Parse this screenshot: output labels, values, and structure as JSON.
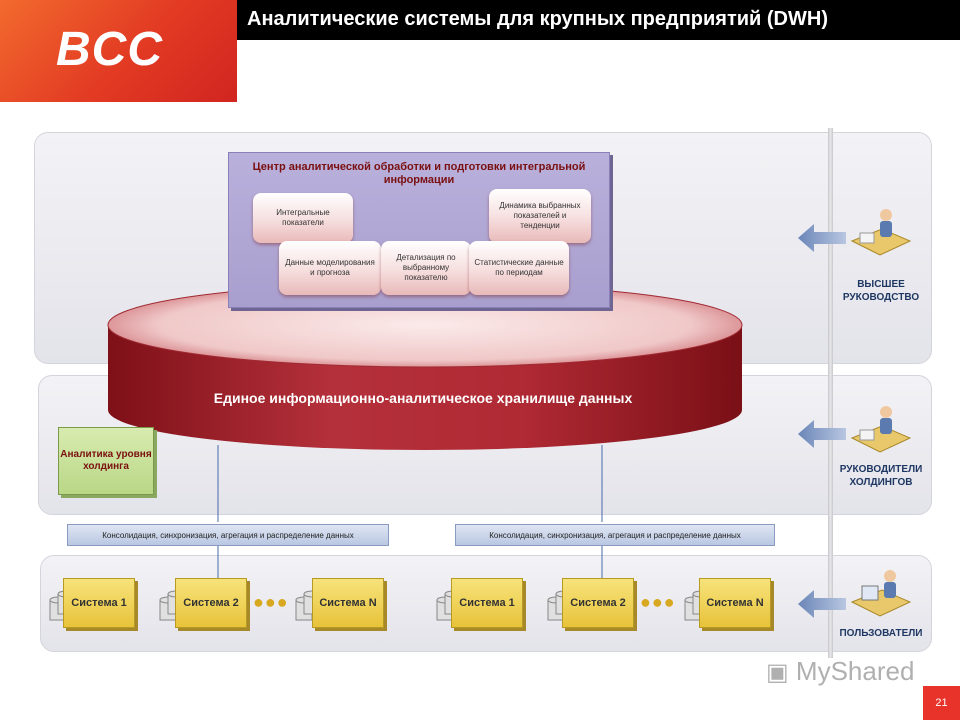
{
  "header": {
    "logo": "BCC",
    "title": "Аналитические системы для крупных предприятий (DWH)"
  },
  "center": {
    "title": "Центр аналитической обработки и подготовки интегральной информации",
    "items": [
      "Интегральные показатели",
      "Динамика выбранных показателей и тенденции",
      "Данные моделирования и прогноза",
      "Детализация по выбранному показателю",
      "Статистические данные по периодам"
    ]
  },
  "warehouse": {
    "label": "Единое информационно-аналитическое хранилище данных"
  },
  "holding_analytics": {
    "label": "Аналитика уровня холдинга"
  },
  "consolidation": {
    "left": "Консолидация, синхронизация, агрегация и распределение данных",
    "right": "Консолидация, синхронизация, агрегация и распределение данных"
  },
  "systems": {
    "left": [
      "Система 1",
      "Система 2",
      "Система N"
    ],
    "right": [
      "Система 1",
      "Система 2",
      "Система N"
    ]
  },
  "roles": {
    "top": "ВЫСШЕЕ РУКОВОДСТВО",
    "middle": "РУКОВОДИТЕЛИ ХОЛДИНГОВ",
    "bottom": "ПОЛЬЗОВАТЕЛИ"
  },
  "footer": {
    "watermark": "MyShared",
    "page_number": "21"
  },
  "colors": {
    "accent_red": "#d12520",
    "cylinder": "#a4202a",
    "center_box": "#b0a6d4",
    "system_box": "#eccb46",
    "role_text": "#1f3763"
  }
}
